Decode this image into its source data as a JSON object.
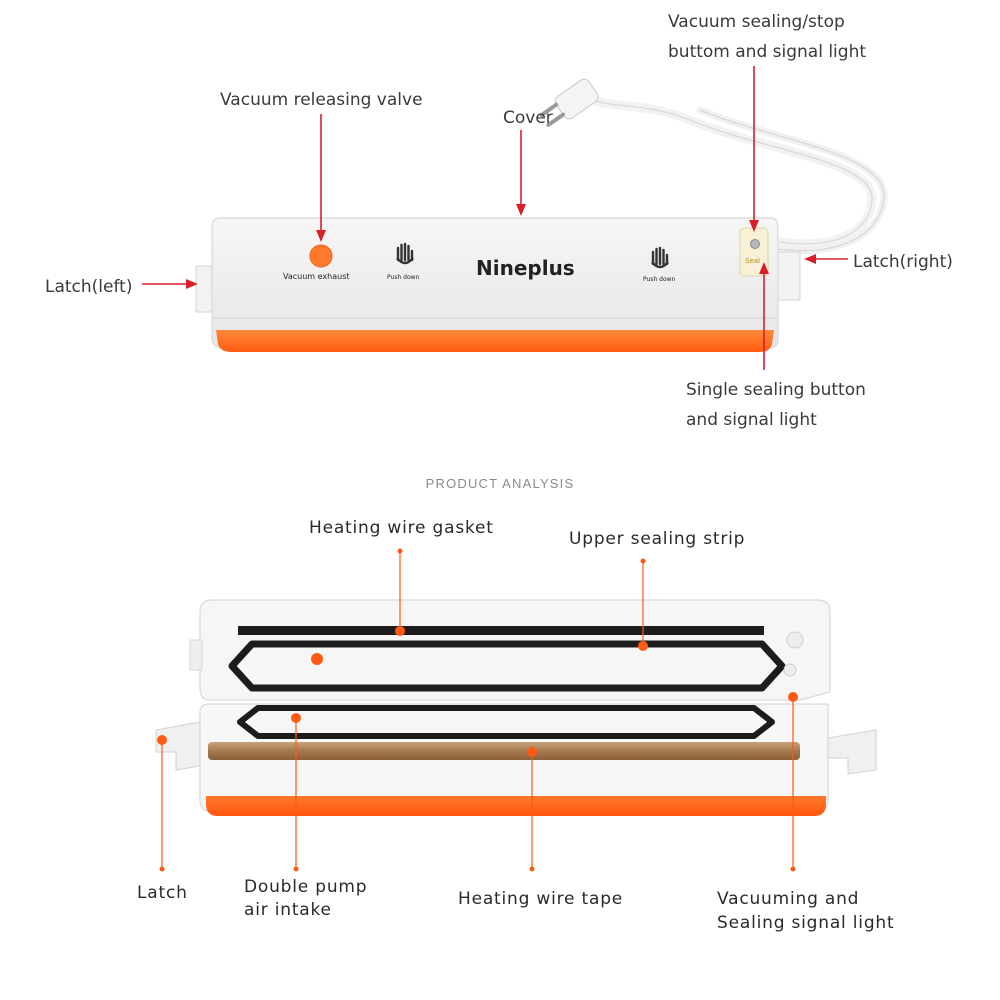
{
  "top_device": {
    "brand": "Nineplus",
    "exhaust_label": "Vacuum exhaust",
    "push_down_left": "Push down",
    "push_down_right": "Push down",
    "seal_label": "Seal",
    "accent_color": "#ff6a1a",
    "callouts": {
      "vacuum_sealing_stop_line1": "Vacuum sealing/stop",
      "vacuum_sealing_stop_line2": "buttom and signal light",
      "vacuum_releasing_valve": "Vacuum releasing valve",
      "cover": "Cover",
      "latch_left": "Latch(left)",
      "latch_right": "Latch(right)",
      "single_sealing_line1": "Single sealing button",
      "single_sealing_line2": "and signal light"
    },
    "arrow_color": "#d9202a"
  },
  "section_title": "PRODUCT ANALYSIS",
  "bottom_device": {
    "callouts": {
      "heating_wire_gasket": "Heating wire gasket",
      "upper_sealing_strip": "Upper sealing strip",
      "latch": "Latch",
      "double_pump_line1": "Double pump",
      "double_pump_line2": "air intake",
      "heating_wire_tape": "Heating wire tape",
      "vacuuming_line1": "Vacuuming and",
      "vacuuming_line2": "Sealing signal light"
    },
    "dot_color": "#ff5a14"
  }
}
